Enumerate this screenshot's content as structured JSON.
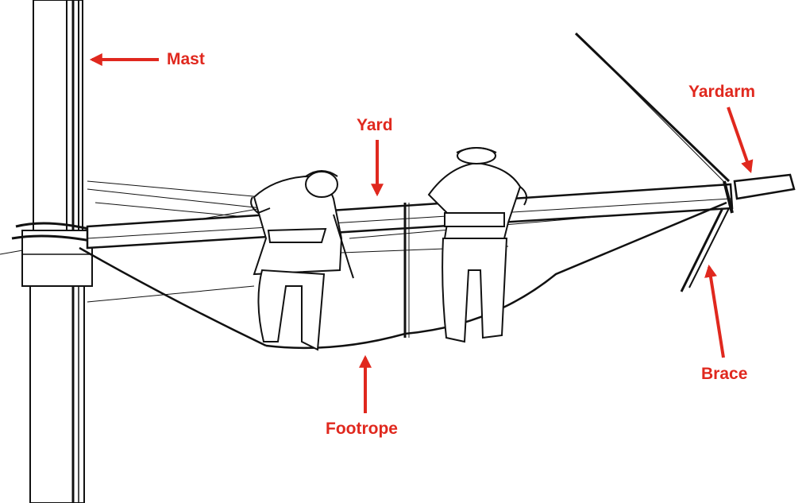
{
  "colors": {
    "ink": "#111111",
    "paper": "#ffffff",
    "annotation": "#e0281e"
  },
  "labels": {
    "mast": "Mast",
    "yard": "Yard",
    "yardarm": "Yardarm",
    "brace": "Brace",
    "footrope": "Footrope"
  }
}
